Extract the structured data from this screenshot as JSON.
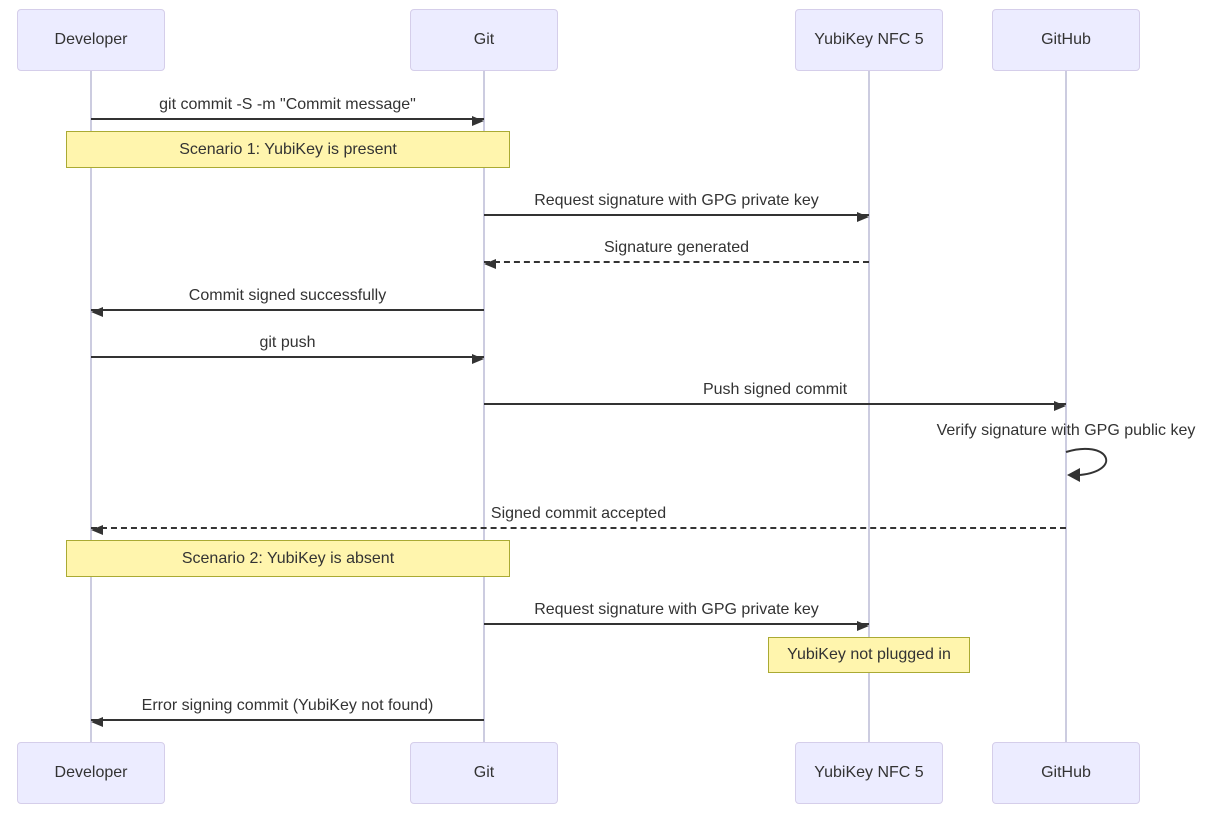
{
  "diagram": {
    "type": "sequence-diagram",
    "actors": [
      {
        "name": "Developer"
      },
      {
        "name": "Git"
      },
      {
        "name": "YubiKey NFC 5"
      },
      {
        "name": "GitHub"
      }
    ],
    "messages": [
      {
        "from": "Developer",
        "to": "Git",
        "label": "git commit -S -m \"Commit message\"",
        "line": "solid"
      },
      {
        "from": "Git",
        "to": "YubiKey NFC 5",
        "label": "Request signature with GPG private key",
        "line": "solid"
      },
      {
        "from": "YubiKey NFC 5",
        "to": "Git",
        "label": "Signature generated",
        "line": "dashed"
      },
      {
        "from": "Git",
        "to": "Developer",
        "label": "Commit signed successfully",
        "line": "solid"
      },
      {
        "from": "Developer",
        "to": "Git",
        "label": "git push",
        "line": "solid"
      },
      {
        "from": "Git",
        "to": "GitHub",
        "label": "Push signed commit",
        "line": "solid"
      },
      {
        "from": "GitHub",
        "to": "GitHub",
        "label": "Verify signature with GPG public key",
        "line": "solid-self"
      },
      {
        "from": "GitHub",
        "to": "Developer",
        "label": "Signed commit accepted",
        "line": "dashed"
      },
      {
        "from": "Git",
        "to": "YubiKey NFC 5",
        "label": "Request signature with GPG private key",
        "line": "solid"
      },
      {
        "from": "Git",
        "to": "Developer",
        "label": "Error signing commit (YubiKey not found)",
        "line": "solid"
      }
    ],
    "notes": [
      {
        "label": "Scenario 1: YubiKey is present",
        "over": [
          "Developer",
          "Git"
        ]
      },
      {
        "label": "Scenario 2: YubiKey is absent",
        "over": [
          "Developer",
          "Git"
        ]
      },
      {
        "label": "YubiKey not plugged in",
        "over": [
          "YubiKey NFC 5"
        ]
      }
    ],
    "colors": {
      "actor_fill": "#ECECFF",
      "actor_border": "#D5CEEA",
      "note_fill": "#FFF5AD",
      "note_border": "#AAAA33",
      "line": "#333333",
      "text": "#333333",
      "lifeline": "#CCCCE0"
    }
  }
}
